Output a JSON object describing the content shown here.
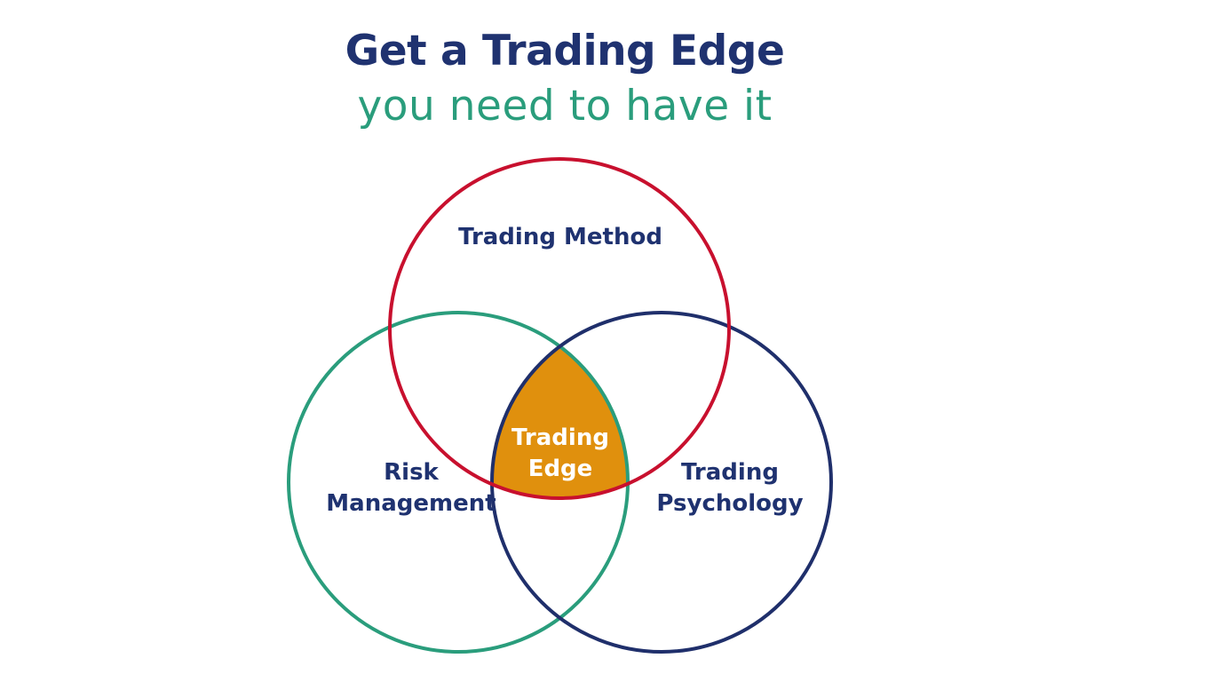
{
  "heading": {
    "title": "Get a Trading Edge",
    "subtitle": "you need to have it"
  },
  "diagram": {
    "sets": {
      "top": {
        "label": "Trading Method"
      },
      "left": {
        "label_line1": "Risk",
        "label_line2": "Management"
      },
      "right": {
        "label_line1": "Trading",
        "label_line2": "Psychology"
      }
    },
    "intersection": {
      "label_line1": "Trading",
      "label_line2": "Edge"
    }
  },
  "colors": {
    "title": "#1f3270",
    "subtitle": "#2a9d7c",
    "label": "#1f3270",
    "top_circle": "#c8102e",
    "left_circle": "#2a9d7c",
    "right_circle": "#1f2f6b",
    "intersection_fill": "#e0900d",
    "intersection_text": "#ffffff"
  }
}
